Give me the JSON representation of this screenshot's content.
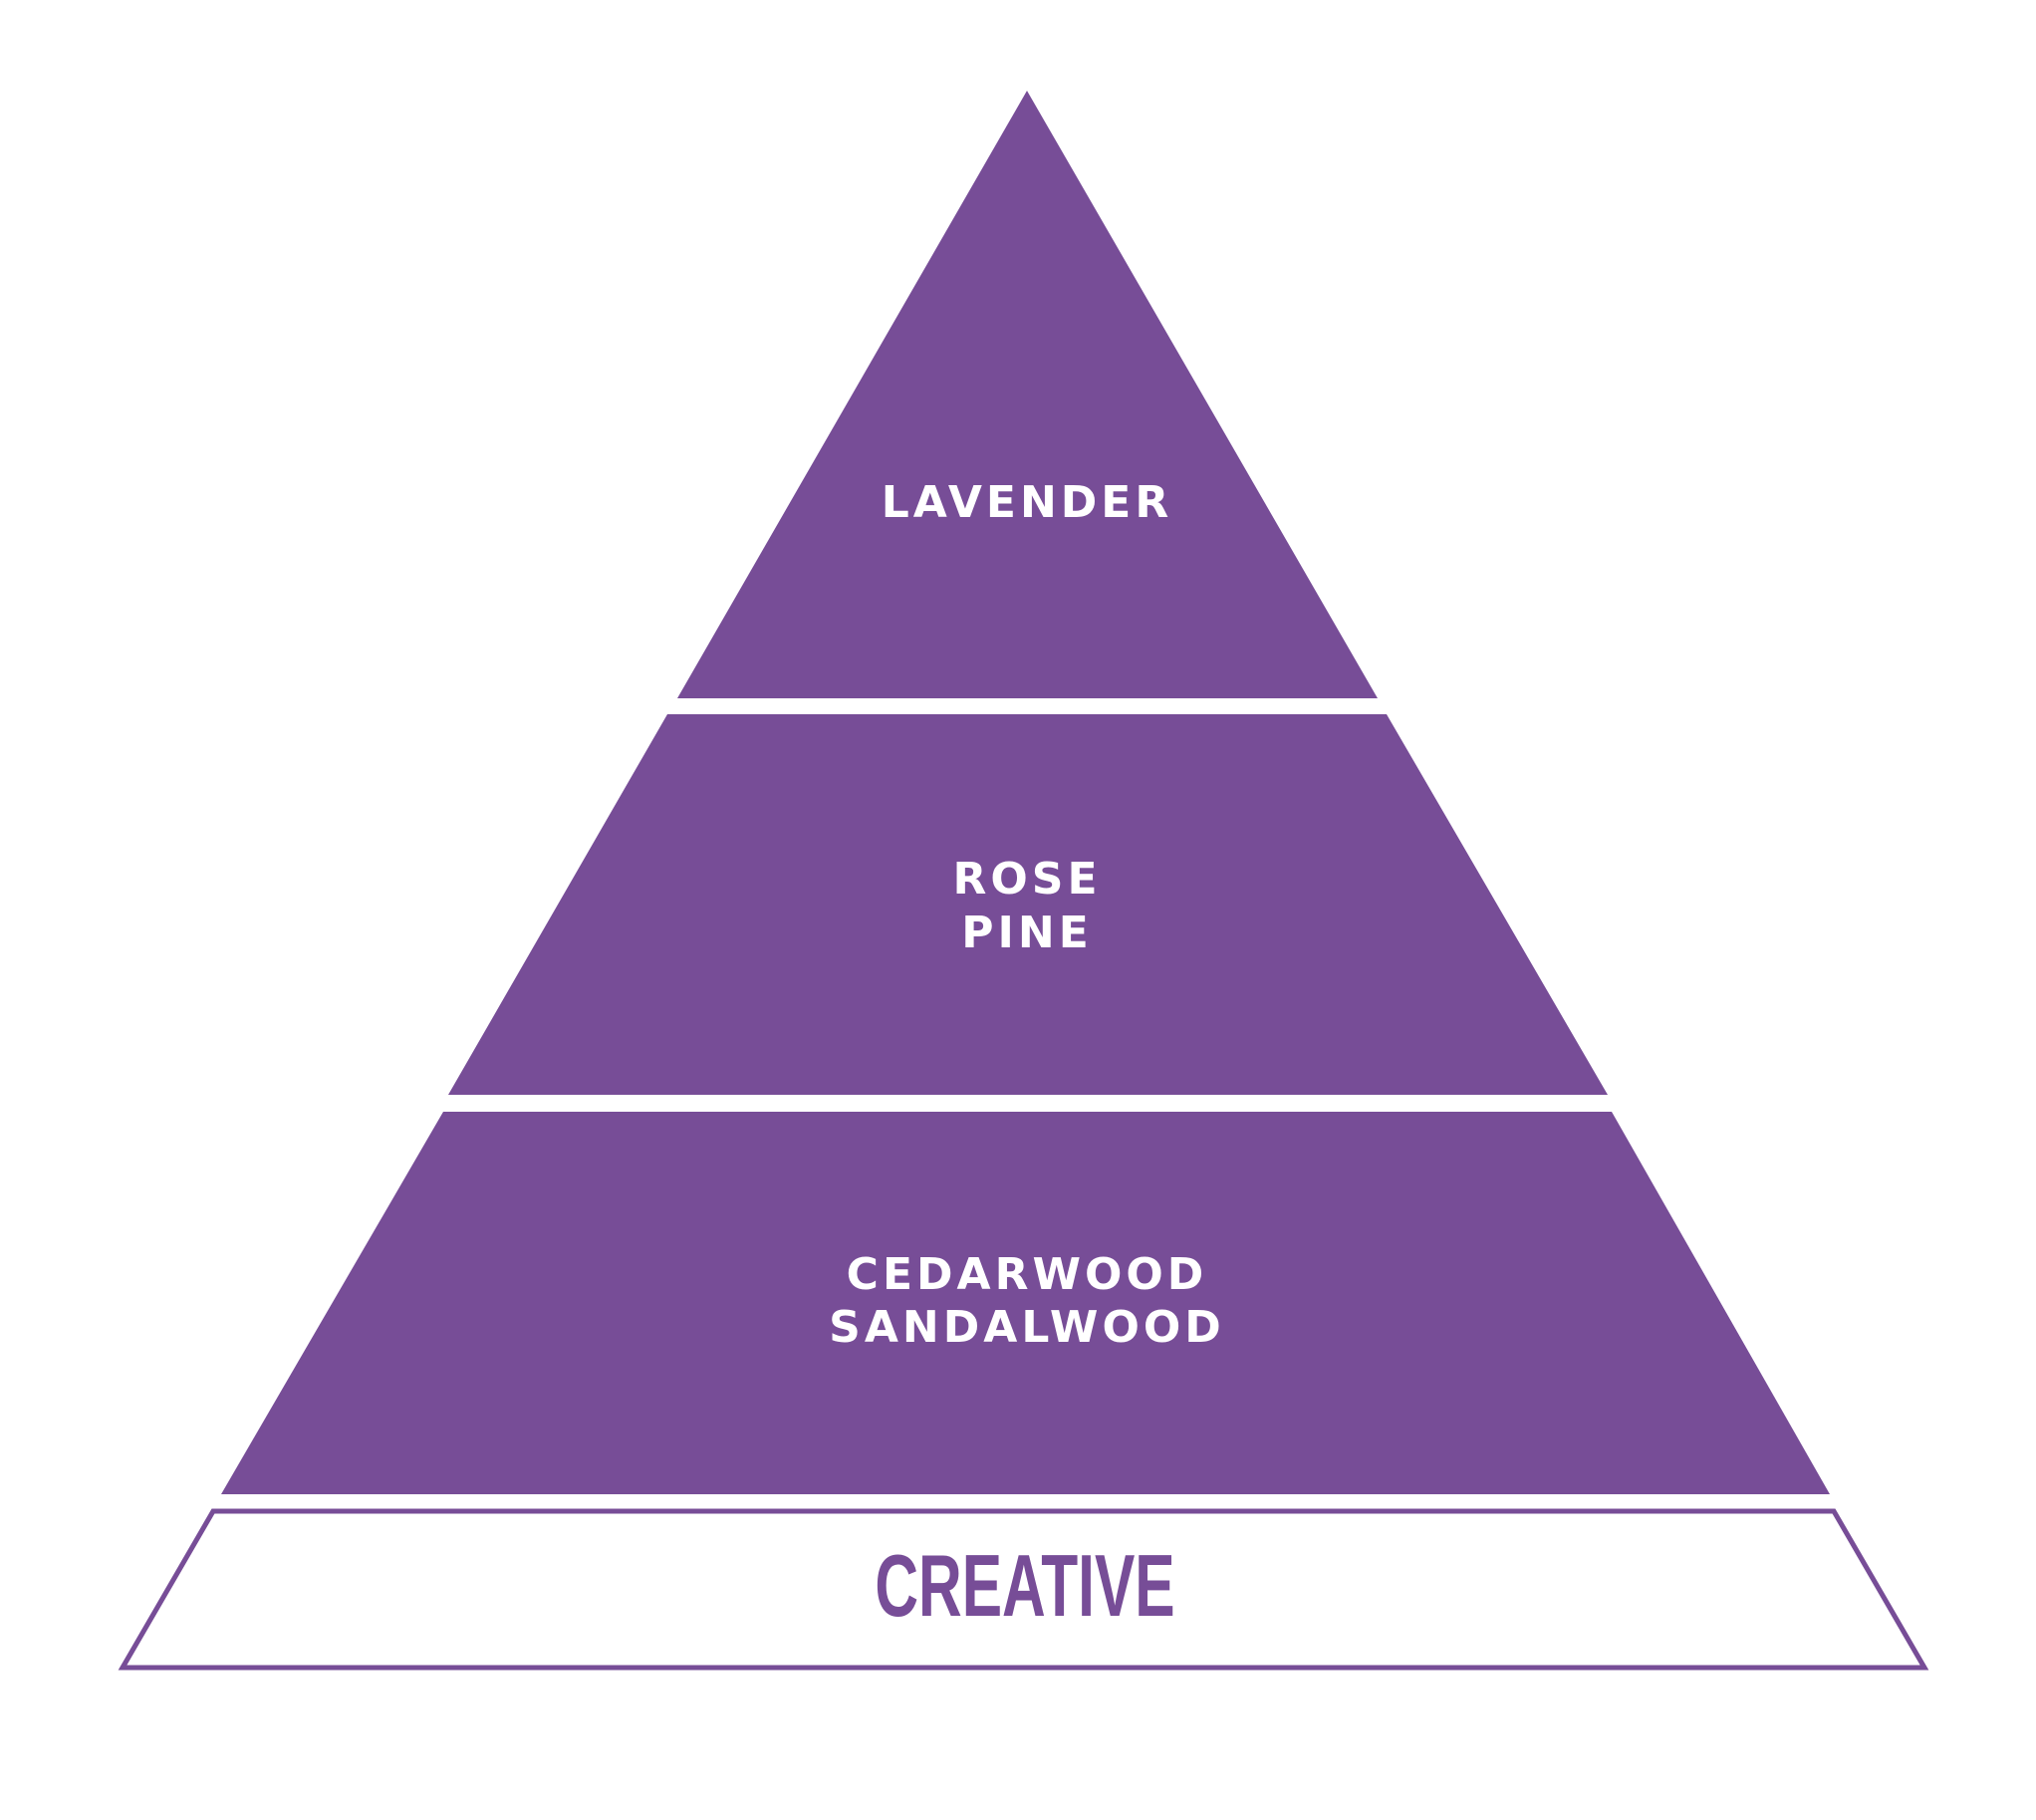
{
  "colors": {
    "tier_fill": "#774d97",
    "text_on_tier": "#ffffff",
    "base_outline": "#774d97"
  },
  "pyramid": {
    "tiers": [
      {
        "lines": [
          "LAVENDER"
        ]
      },
      {
        "lines": [
          "ROSE",
          "PINE"
        ]
      },
      {
        "lines": [
          "CEDARWOOD",
          "SANDALWOOD"
        ]
      }
    ],
    "base": {
      "label": "CREATIVE"
    }
  }
}
